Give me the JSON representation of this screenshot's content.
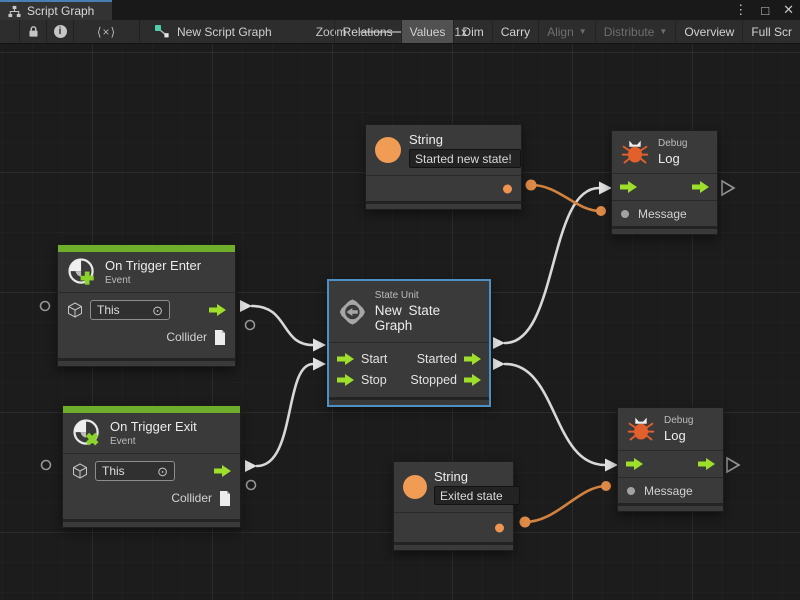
{
  "window": {
    "tab_title": "Script Graph",
    "controls": {
      "menu": "⋮",
      "maximize": "□",
      "close": "✕"
    }
  },
  "toolbar": {
    "code_glyph": "⟨×⟩",
    "graph_name": "New Script Graph",
    "zoom_label": "Zoom",
    "zoom_value": "1x",
    "dropdown_arrow": "▼",
    "buttons": [
      {
        "label": "Relations",
        "state": "normal"
      },
      {
        "label": "Values",
        "state": "active"
      },
      {
        "label": "Dim",
        "state": "normal"
      },
      {
        "label": "Carry",
        "state": "normal"
      },
      {
        "label": "Align",
        "state": "disabled",
        "dropdown": true
      },
      {
        "label": "Distribute",
        "state": "disabled",
        "dropdown": true
      },
      {
        "label": "Overview",
        "state": "normal"
      },
      {
        "label": "Full Scr",
        "state": "normal"
      }
    ]
  },
  "nodes": {
    "string_top": {
      "title": "String",
      "value": "Started new state!"
    },
    "string_bottom": {
      "title": "String",
      "value": "Exited state"
    },
    "debug_top": {
      "kind": "Debug",
      "title": "Log",
      "port": "Message"
    },
    "debug_bottom": {
      "kind": "Debug",
      "title": "Log",
      "port": "Message"
    },
    "trigger_enter": {
      "title": "On Trigger Enter",
      "subtitle": "Event",
      "target": "This",
      "target_icon": "⊙",
      "output": "Collider"
    },
    "trigger_exit": {
      "title": "On Trigger Exit",
      "subtitle": "Event",
      "target": "This",
      "target_icon": "⊙",
      "output": "Collider"
    },
    "state_unit": {
      "kind": "State Unit",
      "title": "New State Graph",
      "inputs": [
        "Start",
        "Stop"
      ],
      "outputs": [
        "Started",
        "Stopped"
      ]
    }
  },
  "colors": {
    "accent_green": "#8CD32B",
    "event_bar_green": "#6FAE2B",
    "orange": "#EE9450",
    "bug_orange": "#E2602C",
    "wire_white": "#D8D8D8",
    "wire_orange": "#D2823F",
    "selection_blue": "#4E8FC4",
    "canvas_bg": "#1C1C1C",
    "node_bg": "#3A3A3A"
  }
}
